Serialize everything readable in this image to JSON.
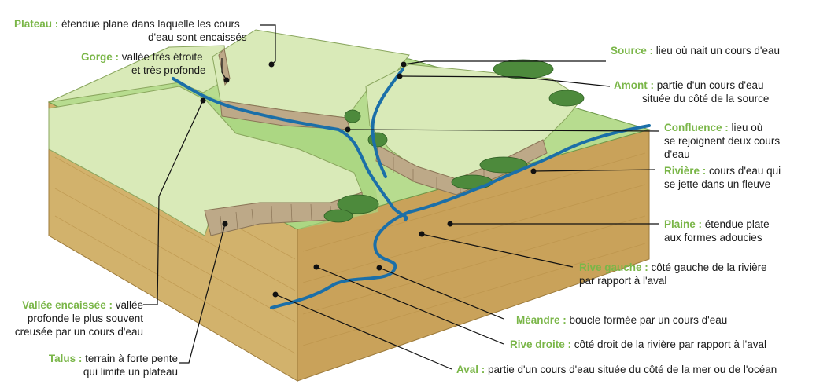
{
  "colors": {
    "term": "#7ab648",
    "plateau": "#d9eab8",
    "plain": "#b7dc8f",
    "valley": "#9fd07a",
    "river": "#1b6fa8",
    "cliff": "#bda988",
    "forest": "#4d8a3c",
    "soil": "#d2b26c",
    "soil_dark": "#b78f46"
  },
  "labels": [
    {
      "id": "plateau",
      "term": "Plateau :",
      "lines": [
        "étendue plane dans laquelle les cours",
        "d'eau sont encaissés"
      ]
    },
    {
      "id": "gorge",
      "term": "Gorge :",
      "lines": [
        "vallée très étroite",
        "et très profonde"
      ]
    },
    {
      "id": "vallee",
      "term": "Vallée encaissée :",
      "lines": [
        "vallée",
        "profonde le plus souvent",
        "creusée par un cours d'eau"
      ]
    },
    {
      "id": "talus",
      "term": "Talus :",
      "lines": [
        "terrain à forte pente",
        "qui limite un plateau"
      ]
    },
    {
      "id": "source",
      "term": "Source :",
      "lines": [
        "lieu où nait un cours d'eau"
      ]
    },
    {
      "id": "amont",
      "term": "Amont :",
      "lines": [
        "partie d'un cours d'eau",
        "située du côté de la source"
      ]
    },
    {
      "id": "confluence",
      "term": "Confluence :",
      "lines": [
        "lieu où",
        "se rejoignent deux cours",
        "d'eau"
      ]
    },
    {
      "id": "riviere",
      "term": "Rivière :",
      "lines": [
        "cours d'eau qui",
        "se jette dans un fleuve"
      ]
    },
    {
      "id": "plaine",
      "term": "Plaine :",
      "lines": [
        "étendue plate",
        "aux formes adoucies"
      ]
    },
    {
      "id": "rivegauche",
      "term": "Rive gauche :",
      "lines": [
        "côté gauche de la rivière",
        "par rapport à l'aval"
      ]
    },
    {
      "id": "meandre",
      "term": "Méandre :",
      "lines": [
        "boucle formée par un cours d'eau"
      ]
    },
    {
      "id": "rivedroite",
      "term": "Rive droite :",
      "lines": [
        "côté droit de la rivière par rapport à l'aval"
      ]
    },
    {
      "id": "aval",
      "term": "Aval :",
      "lines": [
        "partie d'un cours d'eau située du côté de la mer ou de l'océan"
      ]
    }
  ]
}
